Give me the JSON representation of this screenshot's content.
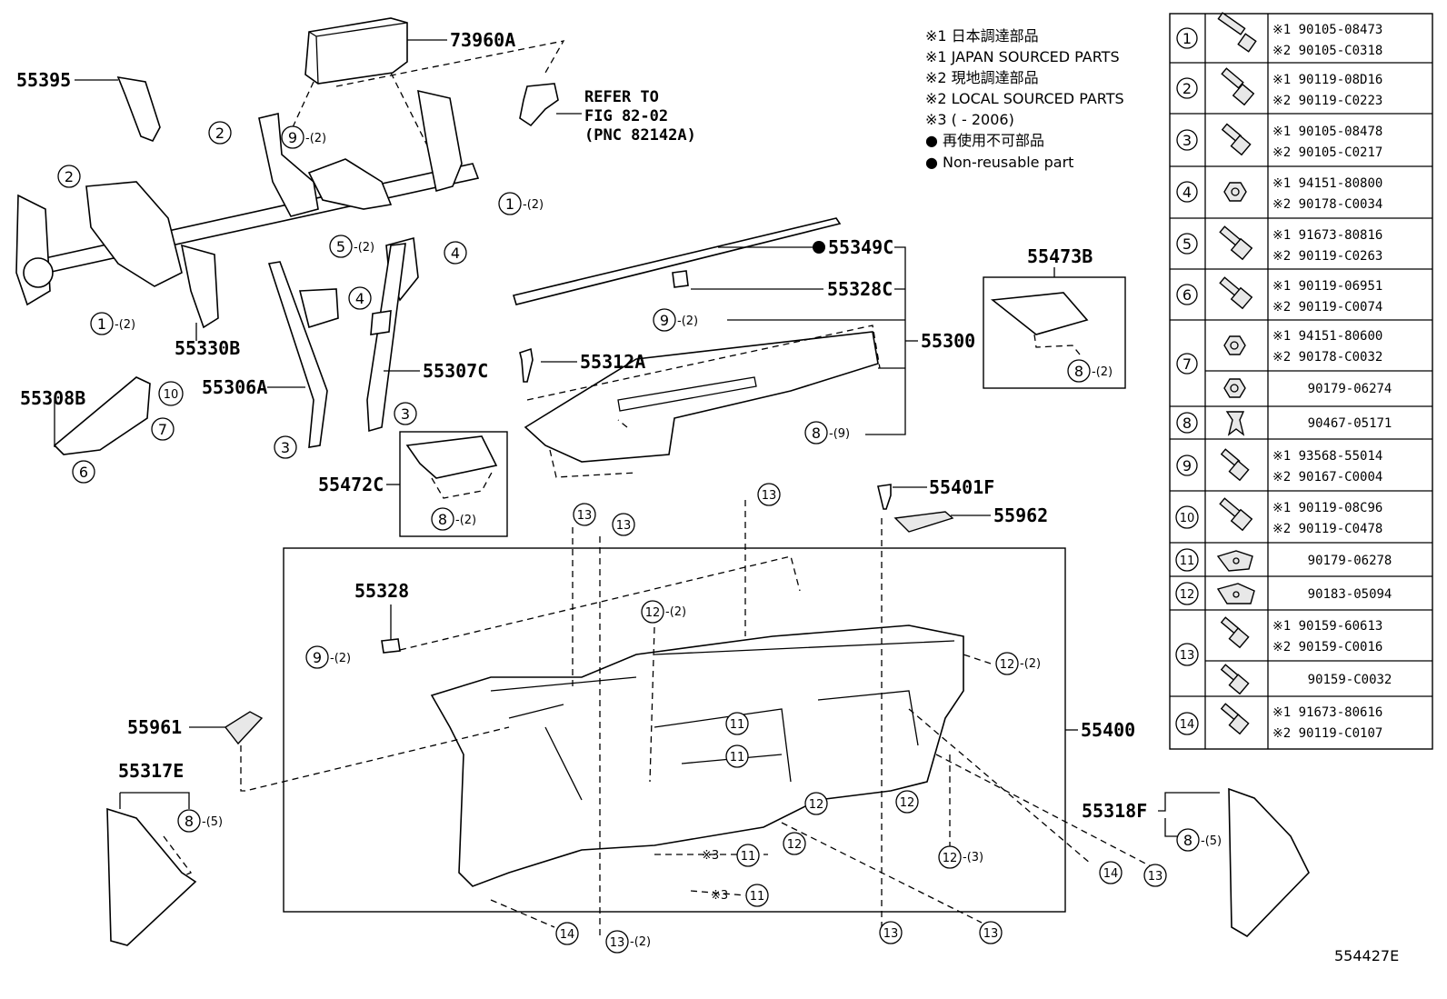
{
  "labels": {
    "p73960A": "73960A",
    "p55395": "55395",
    "p55330B": "55330B",
    "p55306A": "55306A",
    "p55307C": "55307C",
    "p55308B": "55308B",
    "p55472C": "55472C",
    "p55312A": "55312A",
    "p55349C": "55349C",
    "p55328C": "55328C",
    "p55300": "55300",
    "p55473B": "55473B",
    "p55401F": "55401F",
    "p55962": "55962",
    "p55328": "55328",
    "p55961": "55961",
    "p55317E": "55317E",
    "p55400": "55400",
    "p55318F": "55318F",
    "refer1": "REFER TO",
    "refer2": "FIG 82-02",
    "refer3": "(PNC 82142A)",
    "fig_id": "554427E"
  },
  "legend": [
    "※1 日本調達部品",
    "※1 JAPAN SOURCED PARTS",
    "※2 現地調達部品",
    "※2 LOCAL SOURCED PARTS",
    "※3 (        - 2006)",
    "● 再使用不可部品",
    "● Non-reusable part"
  ],
  "callouts": {
    "c1a": "1",
    "c1a_n": "-(2)",
    "c1b": "1",
    "c1b_n": "-(2)",
    "c2a": "2",
    "c2b": "2",
    "c3a": "3",
    "c3b": "3",
    "c4a": "4",
    "c4b": "4",
    "c5": "5",
    "c5_n": "-(2)",
    "c6": "6",
    "c7": "7",
    "c8a": "8",
    "c8a_n": "-(9)",
    "c8b": "8",
    "c8b_n": "-(2)",
    "c8c": "8",
    "c8c_n": "-(2)",
    "c8d": "8",
    "c8d_n": "-(5)",
    "c8e": "8",
    "c8e_n": "-(5)",
    "c9a": "9",
    "c9a_n": "-(2)",
    "c9b": "9",
    "c9b_n": "-(2)",
    "c9c": "9",
    "c9c_n": "-(2)",
    "c10": "10",
    "c11a": "11",
    "c11b": "11",
    "c11c": "11",
    "c11d": "11",
    "c11c_p": "※3",
    "c11d_p": "※3",
    "c12a": "12",
    "c12a_n": "-(2)",
    "c12b": "12",
    "c12b_n": "-(2)",
    "c12c": "12",
    "c12d": "12",
    "c12e": "12",
    "c12f": "12",
    "c12f_n": "-(3)",
    "c13a": "13",
    "c13b": "13",
    "c13c": "13",
    "c13d": "13",
    "c13e": "13",
    "c13f": "13",
    "c13g": "13",
    "c13g_n": "-(2)",
    "c14a": "14",
    "c14b": "14"
  },
  "table": [
    {
      "no": "1",
      "pn1": "※1 90105-08473",
      "pn2": "※2 90105-C0318"
    },
    {
      "no": "2",
      "pn1": "※1 90119-08D16",
      "pn2": "※2 90119-C0223"
    },
    {
      "no": "3",
      "pn1": "※1 90105-08478",
      "pn2": "※2 90105-C0217"
    },
    {
      "no": "4",
      "pn1": "※1 94151-80800",
      "pn2": "※2 90178-C0034"
    },
    {
      "no": "5",
      "pn1": "※1 91673-80816",
      "pn2": "※2 90119-C0263"
    },
    {
      "no": "6",
      "pn1": "※1 90119-06951",
      "pn2": "※2 90119-C0074"
    },
    {
      "no": "7",
      "pn1": "※1 94151-80600",
      "pn2": "※2 90178-C0032",
      "pn3": "90179-06274"
    },
    {
      "no": "8",
      "pn1": "90467-05171"
    },
    {
      "no": "9",
      "pn1": "※1 93568-55014",
      "pn2": "※2 90167-C0004"
    },
    {
      "no": "10",
      "pn1": "※1 90119-08C96",
      "pn2": "※2 90119-C0478"
    },
    {
      "no": "11",
      "pn1": "90179-06278"
    },
    {
      "no": "12",
      "pn1": "90183-05094"
    },
    {
      "no": "13",
      "pn1": "※1 90159-60613",
      "pn2": "※2 90159-C0016",
      "pn3": "90159-C0032"
    },
    {
      "no": "14",
      "pn1": "※1 91673-80616",
      "pn2": "※2 90119-C0107"
    }
  ]
}
